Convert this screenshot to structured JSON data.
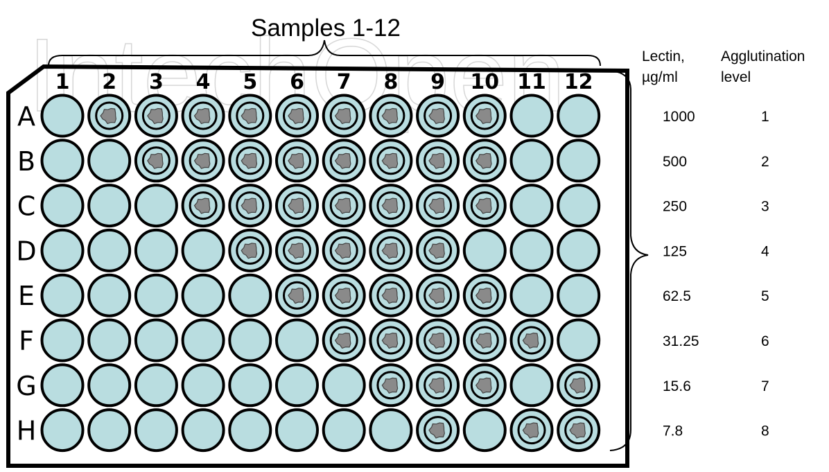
{
  "watermark": "IntechOpen",
  "title": "Samples 1-12",
  "columns": [
    "1",
    "2",
    "3",
    "4",
    "5",
    "6",
    "7",
    "8",
    "9",
    "10",
    "11",
    "12"
  ],
  "rows": [
    {
      "letter": "A",
      "wells": [
        0,
        1,
        1,
        1,
        1,
        1,
        1,
        1,
        1,
        1,
        0,
        0
      ]
    },
    {
      "letter": "B",
      "wells": [
        0,
        0,
        1,
        1,
        1,
        1,
        1,
        1,
        1,
        1,
        0,
        0
      ]
    },
    {
      "letter": "C",
      "wells": [
        0,
        0,
        0,
        1,
        1,
        1,
        1,
        1,
        1,
        1,
        0,
        0
      ]
    },
    {
      "letter": "D",
      "wells": [
        0,
        0,
        0,
        0,
        1,
        1,
        1,
        1,
        1,
        0,
        0,
        0
      ]
    },
    {
      "letter": "E",
      "wells": [
        0,
        0,
        0,
        0,
        0,
        1,
        1,
        1,
        1,
        1,
        0,
        0
      ]
    },
    {
      "letter": "F",
      "wells": [
        0,
        0,
        0,
        0,
        0,
        0,
        1,
        1,
        1,
        1,
        1,
        0
      ]
    },
    {
      "letter": "G",
      "wells": [
        0,
        0,
        0,
        0,
        0,
        0,
        0,
        1,
        1,
        1,
        0,
        1
      ]
    },
    {
      "letter": "H",
      "wells": [
        0,
        0,
        0,
        0,
        0,
        0,
        0,
        0,
        1,
        0,
        1,
        1
      ]
    }
  ],
  "side_table": {
    "header_lectin": [
      "Lectin,",
      "µg/ml"
    ],
    "header_level": [
      "Agglutination",
      "level"
    ],
    "lectin": [
      "1000",
      "500",
      "250",
      "125",
      "62.5",
      "31.25",
      "15.6",
      "7.8"
    ],
    "level": [
      "1",
      "2",
      "3",
      "4",
      "5",
      "6",
      "7",
      "8"
    ]
  },
  "colors": {
    "well_fill": "#b9dde0",
    "clot_fill": "#8a8a8a",
    "outline": "#000000",
    "watermark": "#d6d6d6"
  }
}
